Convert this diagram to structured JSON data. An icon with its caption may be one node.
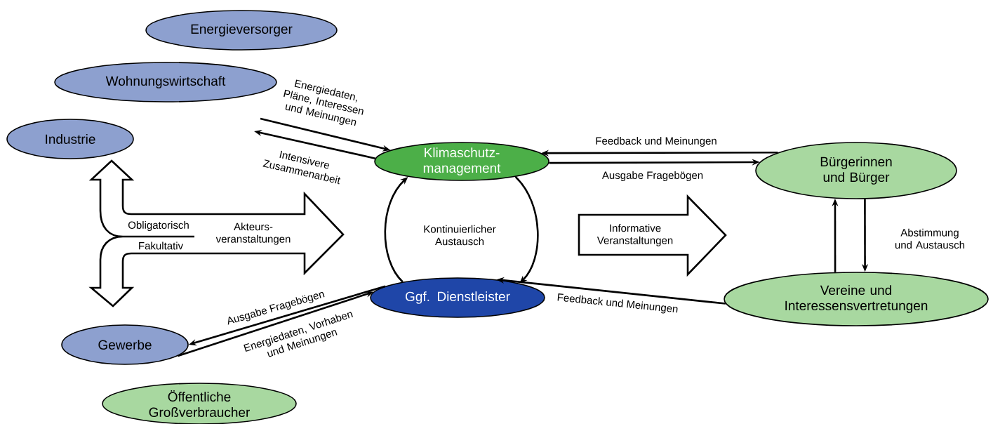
{
  "diagram": {
    "nodes": [
      {
        "text": [
          "Energieversorger"
        ]
      },
      {
        "text": [
          "Wohnungswirtschaft"
        ]
      },
      {
        "text": [
          "Industrie"
        ]
      },
      {
        "text": [
          "Klimaschutz- management"
        ]
      },
      {
        "text": [
          "Bürgerinnen und Bürger"
        ]
      },
      {
        "text": [
          "Obligatorisch",
          "Fakultativ",
          "Akteurs- veranstaltungen"
        ]
      },
      {
        "text": [
          "Informative Veranstaltungen"
        ]
      },
      {
        "text": [
          "Ggf. Dienstleister"
        ]
      },
      {
        "text": [
          "Vereine und Interessensvertretungen"
        ]
      },
      {
        "text": [
          "Gewerbe"
        ]
      },
      {
        "text": [
          "Öffentliche Großverbraucher"
        ]
      }
    ],
    "edges": [
      {
        "from": null,
        "to": 3,
        "arrow": "to",
        "label": "Energiedaten, Pläne, Interessen und Meinungen"
      },
      {
        "from": 3,
        "to": null,
        "arrow": "to",
        "label": "Intensivere Zusammenarbeit"
      },
      {
        "from": 4,
        "to": 3,
        "arrow": "to",
        "label": "Feedback und Meinungen"
      },
      {
        "from": 3,
        "to": 4,
        "arrow": "to",
        "label": "Ausgabe Fragebögen"
      },
      {
        "from": 7,
        "to": 3,
        "arrow": "to"
      },
      {
        "from": 3,
        "to": 7,
        "arrow": "to"
      },
      {
        "from": 8,
        "to": 4,
        "arrow": "to"
      },
      {
        "from": 4,
        "to": 8,
        "arrow": "to",
        "label": "Abstimmung und Austausch"
      },
      {
        "from": 8,
        "to": 7,
        "arrow": "to",
        "label": "Feedback und Meinungen"
      },
      {
        "from": 7,
        "to": 9,
        "arrow": "to",
        "label": "Ausgabe Fragebögen"
      },
      {
        "from": 9,
        "to": 7,
        "arrow": "to",
        "label": "Energiedaten, Vorhaben und Meinungen"
      }
    ],
    "labels": [
      "Kontinuierlicher Austausch"
    ]
  }
}
